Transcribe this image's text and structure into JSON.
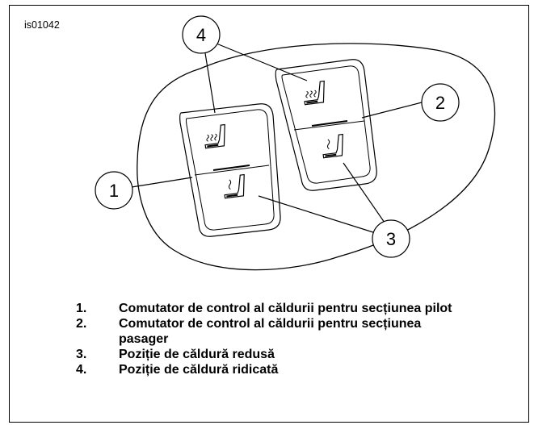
{
  "figure_id": "is01042",
  "callouts": [
    "1",
    "2",
    "3",
    "4"
  ],
  "legend": [
    {
      "num": "1.",
      "text": "Comutator de control al căldurii pentru secțiunea pilot"
    },
    {
      "num": "2.",
      "text": "Comutator de control al căldurii pentru secțiunea pasager"
    },
    {
      "num": "3.",
      "text": "Poziție de căldură redusă"
    },
    {
      "num": "4.",
      "text": "Poziție de căldură ridicată"
    }
  ]
}
